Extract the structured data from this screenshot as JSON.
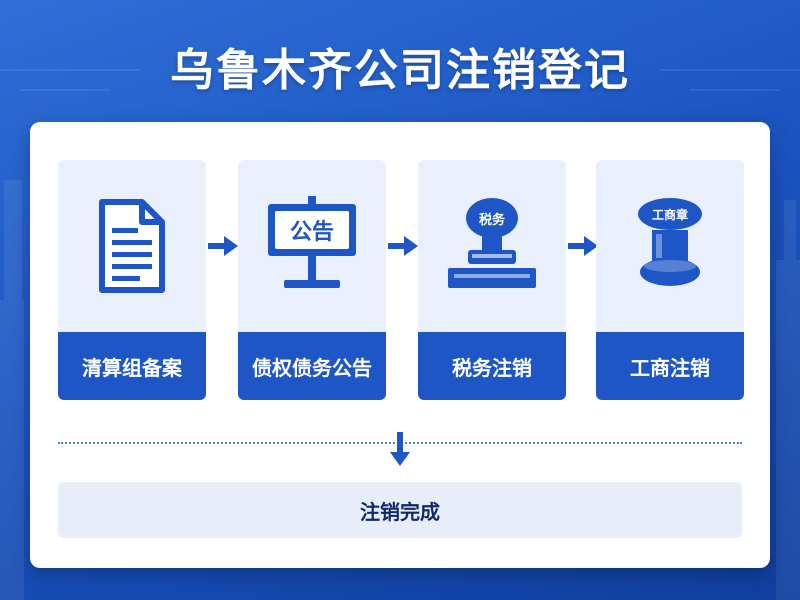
{
  "title": "乌鲁木齐公司注销登记",
  "steps": [
    {
      "label": "清算组备案",
      "icon": "document-icon"
    },
    {
      "label": "债权债务公告",
      "icon": "notice-board-icon",
      "icon_text": "公告"
    },
    {
      "label": "税务注销",
      "icon": "tax-stamp-icon",
      "icon_text": "税务"
    },
    {
      "label": "工商注销",
      "icon": "business-seal-icon",
      "icon_text": "工商章"
    }
  ],
  "final_step": {
    "label": "注销完成"
  },
  "colors": {
    "primary": "#1f56c6",
    "card_bg": "#eaf0fb",
    "panel_bg": "#ffffff",
    "title_text": "#ffffff",
    "final_text": "#0f2a66"
  }
}
